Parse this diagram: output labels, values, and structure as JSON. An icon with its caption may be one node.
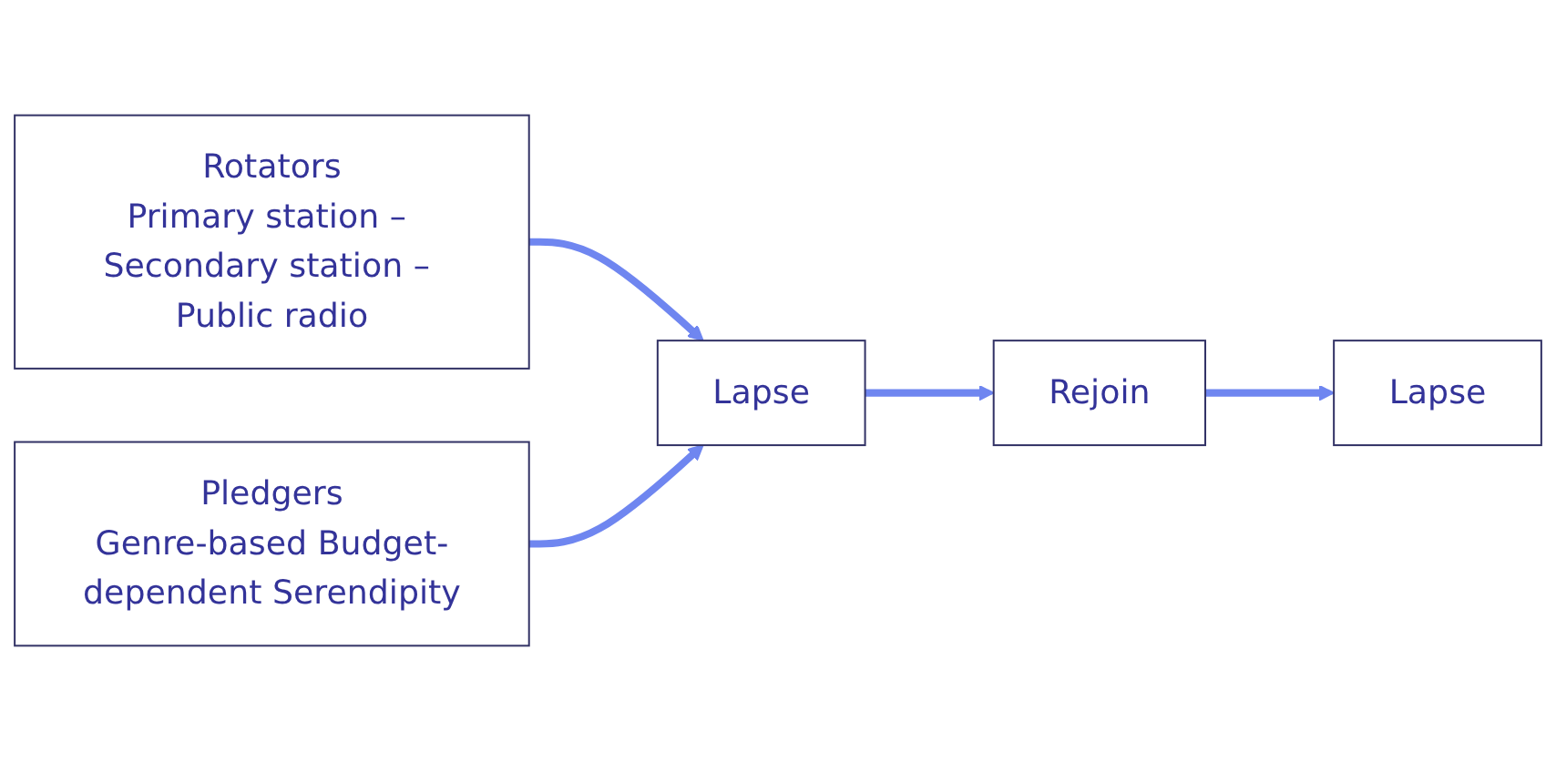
{
  "diagram": {
    "nodes": [
      {
        "text": [
          "Lapse"
        ]
      },
      {
        "text": [
          "Rejoin"
        ]
      },
      {
        "text": [
          "Lapse"
        ]
      },
      {
        "text": [
          "Rotators",
          "Primary station – Secondary station – Public radio"
        ]
      },
      {
        "text": [
          "Pledgers",
          "Genre-based Budget-dependent Serendipity"
        ]
      }
    ],
    "edges": [
      {
        "from": 0,
        "to": 1,
        "arrow": "to"
      },
      {
        "from": 1,
        "to": 2,
        "arrow": "to"
      },
      {
        "from": 3,
        "to": 0,
        "arrow": "to"
      },
      {
        "from": 4,
        "to": 0,
        "arrow": "to"
      }
    ]
  }
}
